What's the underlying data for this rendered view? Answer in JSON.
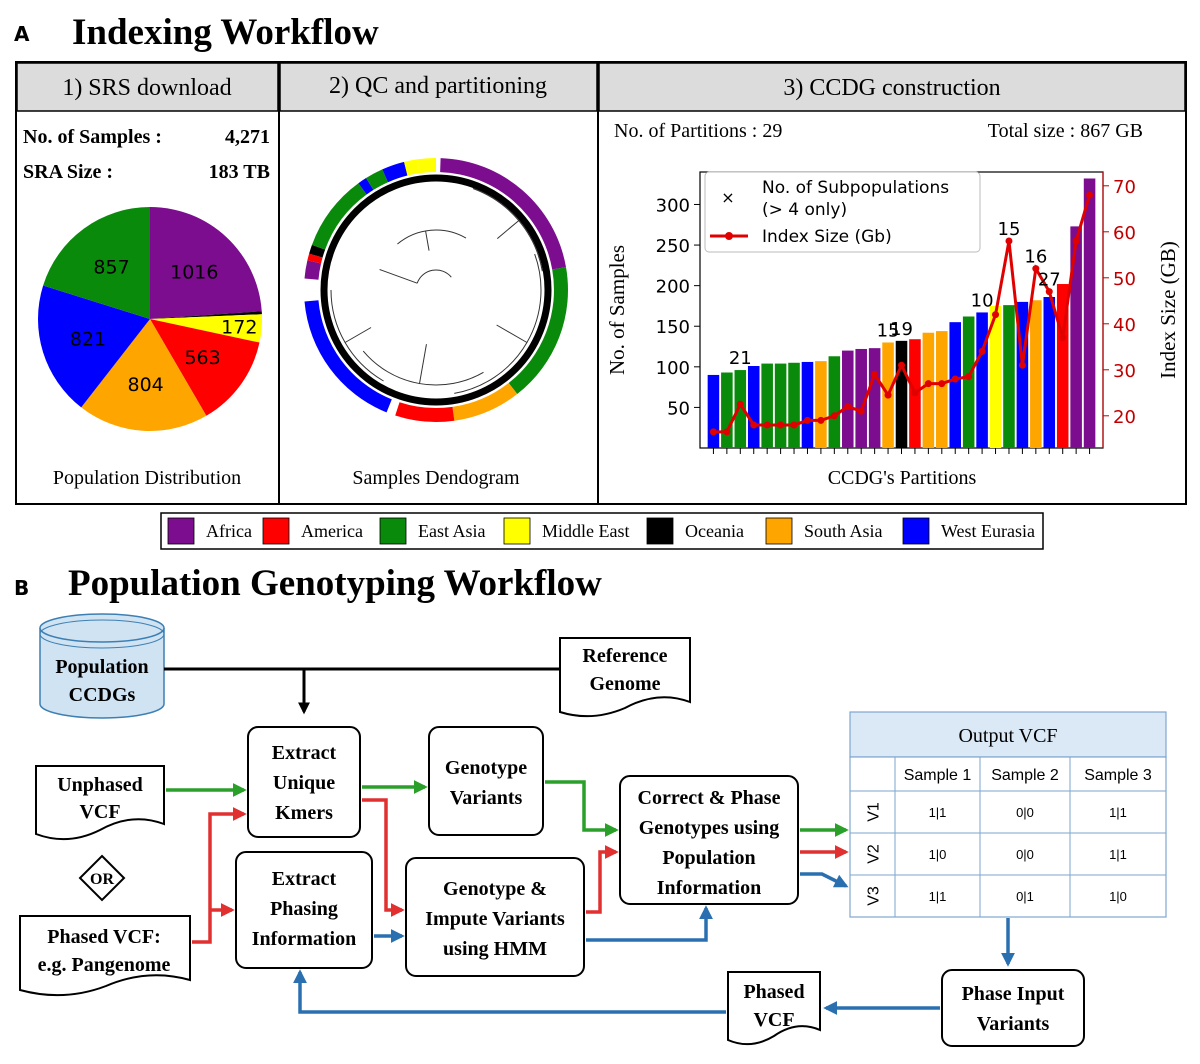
{
  "panel_a": {
    "letter": "A",
    "title": "Indexing Workflow",
    "sub1": {
      "title": "1) SRS download",
      "samples_label": "No. of Samples :",
      "samples_value": "4,271",
      "size_label": "SRA Size :",
      "size_value": "183 TB",
      "caption": "Population Distribution"
    },
    "sub2": {
      "title": "2) QC and partitioning",
      "caption": "Samples Dendogram"
    },
    "sub3": {
      "title": "3) CCDG construction",
      "partitions_label": "No. of Partitions : 29",
      "total_size_label": "Total size : 867 GB",
      "caption": "CCDG's Partitions"
    }
  },
  "legend": [
    {
      "name": "Africa",
      "color": "#7b0d8e"
    },
    {
      "name": "America",
      "color": "#ff0000"
    },
    {
      "name": "East Asia",
      "color": "#0a8a0a"
    },
    {
      "name": "Middle East",
      "color": "#ffff00"
    },
    {
      "name": "Oceania",
      "color": "#000000"
    },
    {
      "name": "South Asia",
      "color": "#ffa500"
    },
    {
      "name": "West Eurasia",
      "color": "#0000ff"
    }
  ],
  "chart_data": [
    {
      "type": "pie",
      "caption": "Population Distribution",
      "slices": [
        {
          "label": "Africa",
          "value": 1016,
          "color": "#7b0d8e"
        },
        {
          "label": "Oceania",
          "value": 18,
          "color": "#000000"
        },
        {
          "label": "Middle East",
          "value": 172,
          "color": "#ffff00"
        },
        {
          "label": "America",
          "value": 563,
          "color": "#ff0000"
        },
        {
          "label": "South Asia",
          "value": 804,
          "color": "#ffa500"
        },
        {
          "label": "West Eurasia",
          "value": 821,
          "color": "#0000ff"
        },
        {
          "label": "East Asia",
          "value": 857,
          "color": "#0a8a0a"
        }
      ],
      "printed_labels": [
        "1016",
        "172",
        "563",
        "804",
        "821",
        "857"
      ]
    },
    {
      "type": "bar",
      "xlabel": "CCDG's Partitions",
      "ylabel": "No. of Samples",
      "y2label": "Index Size (GB)",
      "ylim": [
        0,
        340
      ],
      "y2lim": [
        13,
        73
      ],
      "yticks": [
        50,
        100,
        150,
        200,
        250,
        300
      ],
      "y2ticks": [
        20,
        30,
        40,
        50,
        60,
        70
      ],
      "values": [
        90,
        93,
        96,
        101,
        104,
        104,
        105,
        106,
        107,
        113,
        120,
        122,
        123,
        130,
        132,
        134,
        142,
        144,
        155,
        162,
        167,
        175,
        176,
        180,
        182,
        186,
        202,
        273,
        332
      ],
      "colors": [
        "#0000ff",
        "#0a8a0a",
        "#0a8a0a",
        "#0000ff",
        "#0a8a0a",
        "#0a8a0a",
        "#0a8a0a",
        "#0000ff",
        "#ffa500",
        "#0a8a0a",
        "#7b0d8e",
        "#7b0d8e",
        "#7b0d8e",
        "#ffa500",
        "#000000",
        "#ff0000",
        "#ffa500",
        "#ffa500",
        "#0000ff",
        "#0a8a0a",
        "#0000ff",
        "#ffff00",
        "#0a8a0a",
        "#0000ff",
        "#ffa500",
        "#0000ff",
        "#ff0000",
        "#7b0d8e",
        "#7b0d8e"
      ],
      "series": [
        {
          "name": "Index Size (Gb)",
          "color": "#e00000",
          "values": [
            16.5,
            16.5,
            22.5,
            18,
            18,
            18,
            18,
            19,
            19,
            20,
            22,
            21,
            29,
            24.5,
            31,
            25,
            27,
            27,
            28,
            28.5,
            34,
            42,
            58,
            31,
            52,
            47,
            37,
            58,
            68
          ]
        },
        {
          "name": "No. of Subpopulations (> 4 only)",
          "marker": "x"
        }
      ],
      "annotations": [
        {
          "bar": 2,
          "text": "21"
        },
        {
          "bar": 13,
          "text": "15"
        },
        {
          "bar": 14,
          "text": "19"
        },
        {
          "bar": 20,
          "text": "10"
        },
        {
          "bar": 22,
          "text": "15"
        },
        {
          "bar": 24,
          "text": "16"
        },
        {
          "bar": 25,
          "text": "27"
        }
      ],
      "legend_entries": [
        "No. of Subpopulations",
        "(> 4 only)",
        "Index Size (Gb)"
      ]
    }
  ],
  "panel_b": {
    "letter": "B",
    "title": "Population Genotyping Workflow",
    "db": [
      "Population",
      "CCDGs"
    ],
    "reference": [
      "Reference",
      "Genome"
    ],
    "unphased": [
      "Unphased",
      "VCF"
    ],
    "or_label": "OR",
    "phased_in": [
      "Phased VCF:",
      "e.g. Pangenome"
    ],
    "extract_kmers": [
      "Extract",
      "Unique",
      "Kmers"
    ],
    "extract_phasing": [
      "Extract",
      "Phasing",
      "Information"
    ],
    "genotype_variants": [
      "Genotype",
      "Variants"
    ],
    "impute": [
      "Genotype &",
      "Impute Variants",
      "using  HMM"
    ],
    "correct": [
      "Correct & Phase",
      "Genotypes using",
      "Population",
      "Information"
    ],
    "phase_input": [
      "Phase Input",
      "Variants"
    ],
    "phased_out": [
      "Phased",
      "VCF"
    ],
    "table": {
      "title": "Output VCF",
      "columns": [
        "Sample 1",
        "Sample 2",
        "Sample 3"
      ],
      "rows": [
        {
          "id": "V1",
          "cells": [
            "1|1",
            "0|0",
            "1|1"
          ]
        },
        {
          "id": "V2",
          "cells": [
            "1|0",
            "0|0",
            "1|1"
          ]
        },
        {
          "id": "V3",
          "cells": [
            "1|1",
            "0|1",
            "1|0"
          ]
        }
      ]
    },
    "arrow_colors": {
      "green": "#2aa02a",
      "red": "#e03030",
      "blue": "#2a70b0",
      "black": "#000000"
    }
  }
}
